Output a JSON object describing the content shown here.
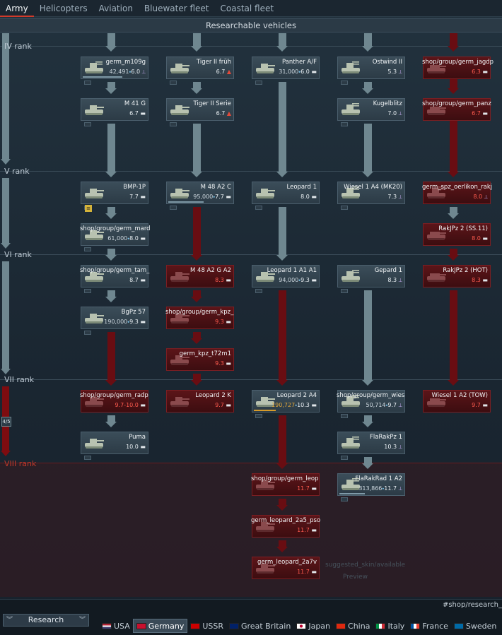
{
  "tabs": [
    {
      "label": "Army",
      "active": true
    },
    {
      "label": "Helicopters",
      "active": false
    },
    {
      "label": "Aviation",
      "active": false
    },
    {
      "label": "Bluewater fleet",
      "active": false
    },
    {
      "label": "Coastal fleet",
      "active": false
    }
  ],
  "header": {
    "title": "Researchable vehicles"
  },
  "ranks": [
    {
      "label": "IV rank"
    },
    {
      "label": "V rank"
    },
    {
      "label": "VI rank"
    },
    {
      "label": "VII rank"
    },
    {
      "label": "VIII rank"
    }
  ],
  "progress_badge": "4/5",
  "vehicles": [
    {
      "name": "germ_m109g",
      "cost": "42,491",
      "br": "6.0",
      "type": "spaa",
      "premium": false,
      "progress": 0.62
    },
    {
      "name": "Tiger II früh",
      "cost": "",
      "br": "6.7",
      "type": "heavy",
      "premium": false
    },
    {
      "name": "Panther A/F",
      "cost": "31,000",
      "br": "6.0",
      "type": "medium",
      "premium": false
    },
    {
      "name": "Ostwind II",
      "cost": "",
      "br": "5.3",
      "type": "spaa",
      "premium": false
    },
    {
      "name": "shop/group/germ_jagdp",
      "cost": "",
      "br": "6.3",
      "type": "td",
      "premium": true
    },
    {
      "name": "M 41 G",
      "cost": "",
      "br": "6.7",
      "type": "light",
      "premium": false
    },
    {
      "name": "Tiger II Serie",
      "cost": "",
      "br": "6.7",
      "type": "heavy",
      "premium": false
    },
    {
      "name": "Kugelblitz",
      "cost": "",
      "br": "7.0",
      "type": "spaa",
      "premium": false
    },
    {
      "name": "shop/group/germ_panz",
      "cost": "",
      "br": "6.7",
      "type": "td",
      "premium": true
    },
    {
      "name": "BMP-1P",
      "cost": "",
      "br": "7.7",
      "type": "light",
      "premium": false
    },
    {
      "name": "M 48 A2 C",
      "cost": "95,000",
      "br": "7.7",
      "type": "medium",
      "premium": false,
      "progress": 0.55
    },
    {
      "name": "Leopard 1",
      "cost": "",
      "br": "8.0",
      "type": "medium",
      "premium": false
    },
    {
      "name": "Wiesel 1 A4 (MK20)",
      "cost": "",
      "br": "7.3",
      "type": "spaa",
      "premium": false
    },
    {
      "name": "germ_spz_oerlikon_rakj",
      "cost": "",
      "br": "8.0",
      "type": "spaa",
      "premium": true
    },
    {
      "name": "shop/group/germ_mard",
      "cost": "61,000",
      "br": "8.0",
      "type": "light",
      "premium": false
    },
    {
      "name": "RakJPz 2 (SS.11)",
      "cost": "",
      "br": "8.0",
      "type": "td",
      "premium": true
    },
    {
      "name": "shop/group/germ_tam_",
      "cost": "",
      "br": "8.7",
      "type": "medium",
      "premium": false
    },
    {
      "name": "M 48 A2 G A2",
      "cost": "",
      "br": "8.3",
      "type": "medium",
      "premium": true
    },
    {
      "name": "Leopard 1 A1 A1",
      "cost": "94,000",
      "br": "9.3",
      "type": "medium",
      "premium": false
    },
    {
      "name": "Gepard 1",
      "cost": "",
      "br": "8.3",
      "type": "spaa",
      "premium": false
    },
    {
      "name": "RakJPz 2 (HOT)",
      "cost": "",
      "br": "8.3",
      "type": "td",
      "premium": true
    },
    {
      "name": "BgPz 57",
      "cost": "190,000",
      "br": "9.3",
      "type": "medium",
      "premium": false
    },
    {
      "name": "shop/group/germ_kpz_",
      "cost": "",
      "br": "9.3",
      "type": "medium",
      "premium": true
    },
    {
      "name": "germ_kpz_t72m1",
      "cost": "",
      "br": "9.3",
      "type": "medium",
      "premium": true
    },
    {
      "name": "shop/group/germ_radp",
      "cost": "",
      "br": "9.7-10.0",
      "type": "light",
      "premium": true
    },
    {
      "name": "Leopard 2 K",
      "cost": "",
      "br": "9.7",
      "type": "medium",
      "premium": true
    },
    {
      "name": "Leopard 2 A4",
      "cost": "190,727",
      "br": "10.3",
      "type": "medium",
      "premium": false,
      "gold": true,
      "progress": 0.35
    },
    {
      "name": "shop/group/germ_wies",
      "cost": "50,714",
      "br": "9.7",
      "type": "spaa",
      "premium": false
    },
    {
      "name": "Wiesel 1 A2 (TOW)",
      "cost": "",
      "br": "9.7",
      "type": "td",
      "premium": true
    },
    {
      "name": "Puma",
      "cost": "",
      "br": "10.0",
      "type": "light",
      "premium": false
    },
    {
      "name": "FlaRakPz 1",
      "cost": "",
      "br": "10.3",
      "type": "spaa",
      "premium": false
    },
    {
      "name": "shop/group/germ_leop",
      "cost": "",
      "br": "11.7",
      "type": "medium",
      "premium": true
    },
    {
      "name": "FlaRakRad 1 A2",
      "cost": "313,866",
      "br": "11.7",
      "type": "spaa",
      "premium": false,
      "progress": 0.4
    },
    {
      "name": "germ_leopard_2a5_pso",
      "cost": "",
      "br": "11.7",
      "type": "medium",
      "premium": true
    },
    {
      "name": "germ_leopard_2a7v",
      "cost": "",
      "br": "11.7",
      "type": "medium",
      "premium": true
    }
  ],
  "ghost_text": {
    "line1": "suggested_skin/available",
    "line2": "Preview"
  },
  "research_button": {
    "label": "Research"
  },
  "url_text": "#shop/research_",
  "nations": [
    {
      "label": "USA",
      "active": false
    },
    {
      "label": "Germany",
      "active": true
    },
    {
      "label": "USSR",
      "active": false
    },
    {
      "label": "Great Britain",
      "active": false
    },
    {
      "label": "Japan",
      "active": false
    },
    {
      "label": "China",
      "active": false
    },
    {
      "label": "Italy",
      "active": false
    },
    {
      "label": "France",
      "active": false
    },
    {
      "label": "Sweden",
      "active": false
    }
  ],
  "colors": {
    "accent": "#d23a2a",
    "premium_card": "#5c1519",
    "normal_card": "#3b4d59",
    "connector": "#6f8790",
    "premium_connector": "#690d12"
  }
}
